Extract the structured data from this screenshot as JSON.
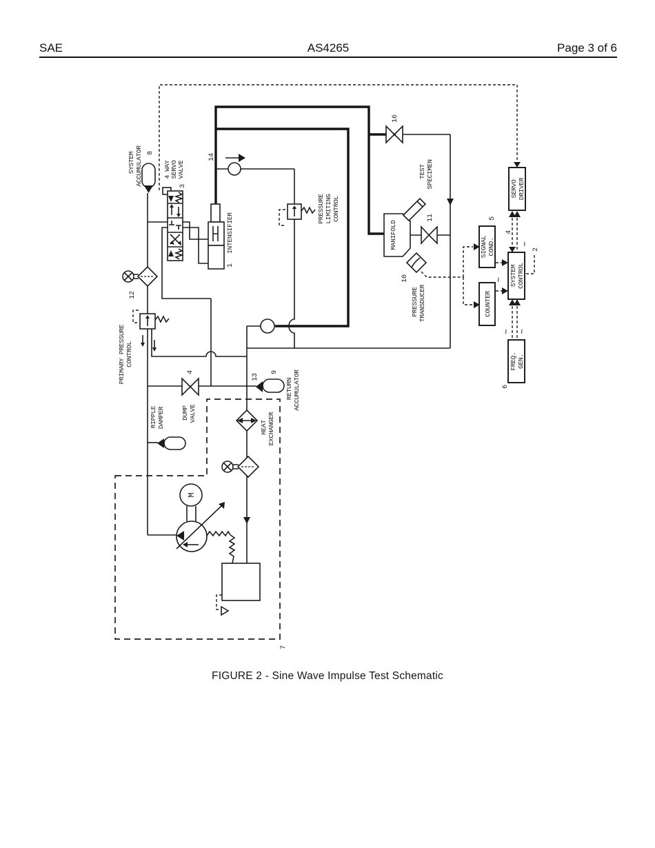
{
  "header": {
    "left": "SAE",
    "center": "AS4265",
    "right": "Page 3 of 6"
  },
  "caption": "FIGURE 2 - Sine Wave Impulse Test Schematic",
  "schematic": {
    "labels": {
      "system_accumulator": [
        "SYSTEM",
        "ACCUMULATOR"
      ],
      "system_accumulator_num": "8",
      "servo_valve": [
        "4 WAY",
        "SERVO",
        "VALVE"
      ],
      "servo_valve_num": "3",
      "check_valve_num": "14",
      "intensifier": "INTENSIFIER",
      "intensifier_num": "1",
      "pressure_limiting": [
        "PRESSURE",
        "LIMITING",
        "CONTROL"
      ],
      "shutoff_valve_num": "16",
      "test_specimen": [
        "TEST",
        "SPECIMEN"
      ],
      "manifold": "MANIFOLD",
      "manifold_valve_num": "11",
      "pressure_transducer": [
        "PRESSURE",
        "TRANSDUCER"
      ],
      "pressure_transducer_num": "10",
      "primary_pressure": [
        "PRIMARY PRESSURE",
        "CONTROL"
      ],
      "primary_pressure_num": "12",
      "dump_valve": [
        "DUMP",
        "VALVE"
      ],
      "dump_valve_num": "4",
      "return_accumulator": [
        "RETURN",
        "ACCUMULATOR"
      ],
      "return_accumulator_num": "9",
      "return_check_num": "13",
      "ripple_damper": [
        "RIPPLE",
        "DAMPER"
      ],
      "heat_exchanger": [
        "HEAT",
        "EXCHANGER"
      ],
      "power_unit_num": "7",
      "motor": "M",
      "servo_driver": [
        "SERVO",
        "DRIVER"
      ],
      "signal_cond": [
        "SIGNAL",
        "COND."
      ],
      "signal_cond_num": "5",
      "system_control": [
        "SYSTEM",
        "CONTROL"
      ],
      "counter": "COUNTER",
      "servo_signal_num": "4",
      "system_control_num": "2",
      "freq_gen": [
        "FREQ.",
        "GEN."
      ],
      "freq_gen_num": "6",
      "squiggle": "~"
    }
  }
}
